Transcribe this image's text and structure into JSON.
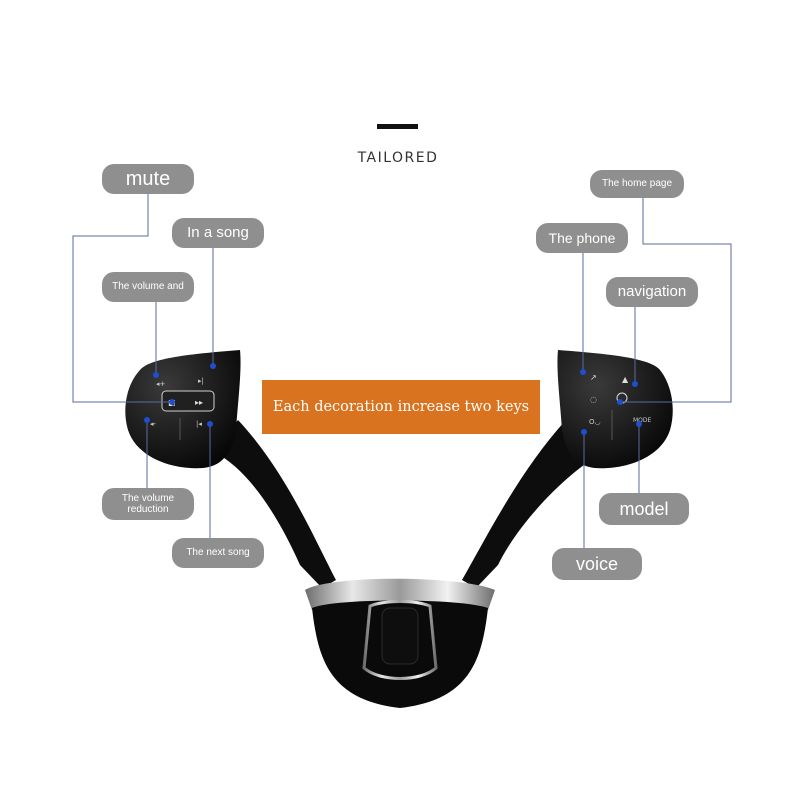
{
  "brand": {
    "name": "TAILORED"
  },
  "banner": {
    "text": "Each decoration increase two keys"
  },
  "labels": {
    "mute": "mute",
    "in_a_song": "In a song",
    "volume_up": "The volume and",
    "volume_down_1": "The volume",
    "volume_down_2": "reduction",
    "next_song": "The next song",
    "home_page": "The home page",
    "phone": "The phone",
    "navigation": "navigation",
    "model": "model",
    "voice": "voice"
  },
  "colors": {
    "pill": "#8f8f8f",
    "banner": "#d9731f",
    "callout_line": "#5a6aa0",
    "dot": "#1e4fd0"
  }
}
